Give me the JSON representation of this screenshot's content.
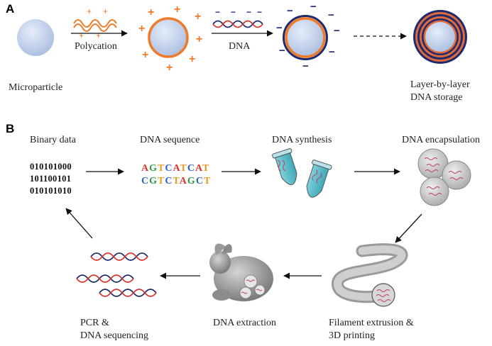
{
  "panel_a": {
    "letter": "A",
    "microparticle_label": "Microparticle",
    "polycation_label": "Polycation",
    "dna_label": "DNA",
    "storage_label_line1": "Layer-by-layer",
    "storage_label_line2": "DNA storage"
  },
  "panel_b": {
    "letter": "B",
    "binary_title": "Binary data",
    "binary_lines": [
      "010101000",
      "101100101",
      "010101010"
    ],
    "sequence_title": "DNA sequence",
    "sequence_lines": [
      "AGTCATCAT",
      "CGTCTAGCT"
    ],
    "synthesis_title": "DNA synthesis",
    "encapsulation_title": "DNA encapsulation",
    "extrusion_line1": "Filament extrusion &",
    "extrusion_line2": "3D printing",
    "extraction_title": "DNA extraction",
    "pcr_line1": "PCR &",
    "pcr_line2": "DNA sequencing"
  },
  "colors": {
    "polycation": "#ee7a2a",
    "dna_dark": "#1e2a6e",
    "dna_red": "#d9342b",
    "particle": "#c9d6ee",
    "nucleotide_A": "#d9342b",
    "nucleotide_G": "#2f9a3d",
    "nucleotide_T": "#e89a1c",
    "nucleotide_C": "#2a63c9"
  }
}
